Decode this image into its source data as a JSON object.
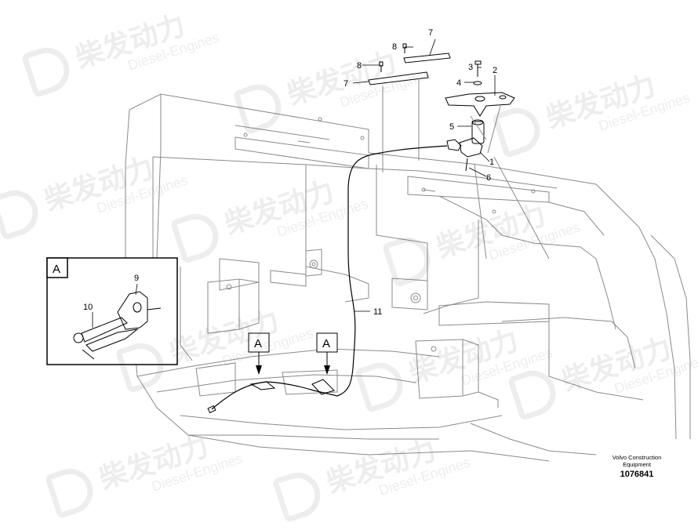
{
  "watermark": {
    "cn": "柴发动力",
    "en": "Diesel-Engines"
  },
  "callouts": {
    "c1": "1",
    "c2": "2",
    "c3": "3",
    "c4": "4",
    "c5": "5",
    "c6": "6",
    "c7a": "7",
    "c7b": "7",
    "c8a": "8",
    "c8b": "8",
    "c9": "9",
    "c10": "10",
    "c11": "11"
  },
  "detail": {
    "box_label": "A",
    "marker_left": "A",
    "marker_right": "A"
  },
  "footer": {
    "brand": "Volvo Construction Equipment",
    "drawing_number": "1076841"
  }
}
